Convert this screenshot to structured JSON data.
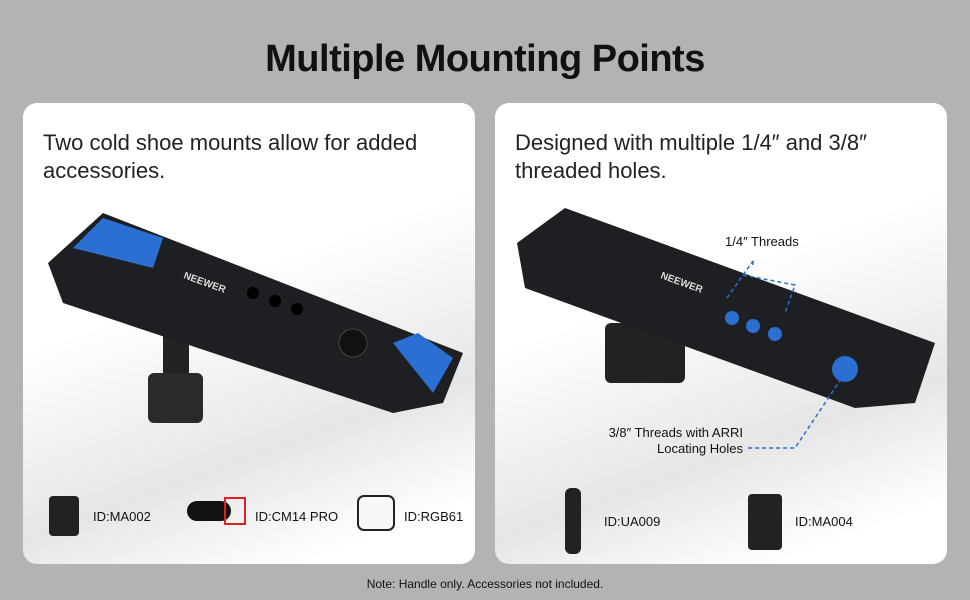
{
  "title": "Multiple Mounting Points",
  "left_card": {
    "description": "Two cold shoe mounts allow for added accessories.",
    "brand": "NEEWER",
    "accessories": [
      {
        "id": "ID:MA002"
      },
      {
        "id": "ID:CM14 PRO"
      },
      {
        "id": "ID:RGB61"
      }
    ]
  },
  "right_card": {
    "description": "Designed with multiple 1/4″ and 3/8″ threaded holes.",
    "brand": "NEEWER",
    "callout_quarter": "1/4″ Threads",
    "callout_3_8_line1": "3/8″ Threads with ARRI",
    "callout_3_8_line2": "Locating Holes",
    "accessories": [
      {
        "id": "ID:UA009"
      },
      {
        "id": "ID:MA004"
      }
    ]
  },
  "note": "Note: Handle only. Accessories not included.",
  "colors": {
    "accent_blue": "#2a6fd1",
    "handle": "#1e1f22"
  }
}
